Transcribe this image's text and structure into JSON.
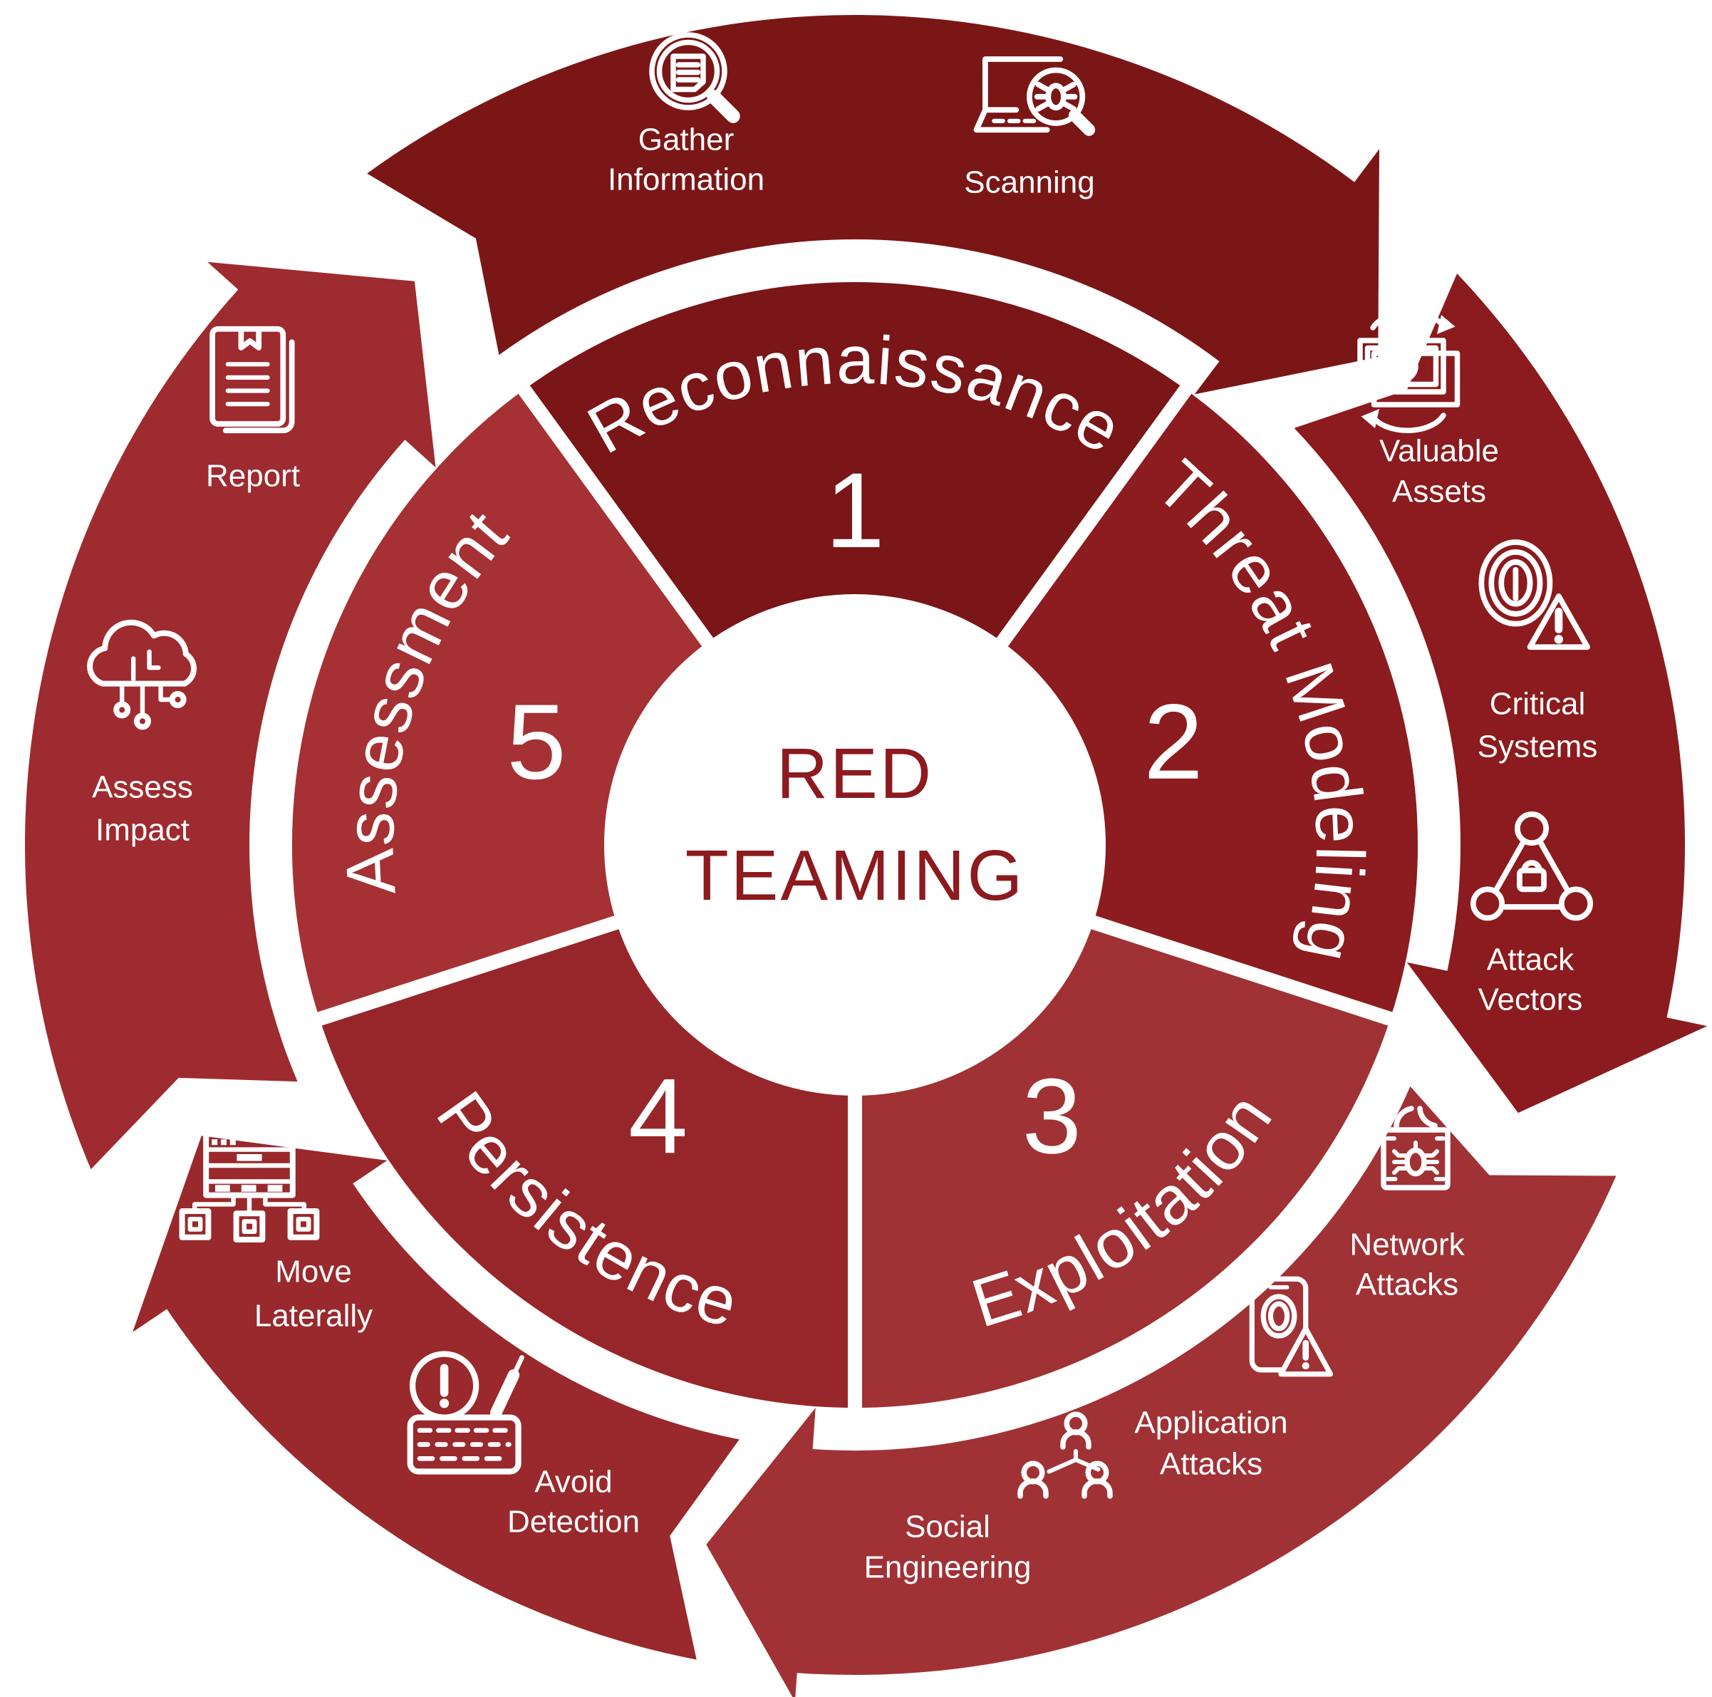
{
  "center": {
    "line1": "RED",
    "line2": "TEAMING",
    "color": "#8C1A1E"
  },
  "phases": [
    {
      "number": "1",
      "label": "Reconnaissance",
      "color": "#7A1518",
      "arrow_color": "#7B1617"
    },
    {
      "number": "2",
      "label": "Threat Modeling",
      "color": "#8C1C1F",
      "arrow_color": "#8B1B1E"
    },
    {
      "number": "3",
      "label": "Exploitation",
      "color": "#A03134",
      "arrow_color": "#A03236"
    },
    {
      "number": "4",
      "label": "Persistence",
      "color": "#97262B",
      "arrow_color": "#99292C"
    },
    {
      "number": "5",
      "label": "Assessment",
      "color": "#A53134",
      "arrow_color": "#9E2B2F"
    }
  ],
  "activities": [
    {
      "icon": "magnifier-document-icon",
      "line1": "Gather",
      "line2": "Information",
      "phase": "1"
    },
    {
      "icon": "laptop-bug-scan-icon",
      "line1": "Scanning",
      "line2": "",
      "phase": "1"
    },
    {
      "icon": "money-cycle-icon",
      "line1": "Valuable",
      "line2": "Assets",
      "phase": "2"
    },
    {
      "icon": "fingerprint-warning-icon",
      "line1": "Critical",
      "line2": "Systems",
      "phase": "2"
    },
    {
      "icon": "network-lock-triangle-icon",
      "line1": "Attack",
      "line2": "Vectors",
      "phase": "2"
    },
    {
      "icon": "circuit-padlock-bug-icon",
      "line1": "Network",
      "line2": "Attacks",
      "phase": "3"
    },
    {
      "icon": "phone-warning-icon",
      "line1": "Application",
      "line2": "Attacks",
      "phase": "3"
    },
    {
      "icon": "people-hierarchy-icon",
      "line1": "Social",
      "line2": "Engineering",
      "phase": "3"
    },
    {
      "icon": "keyboard-alert-icon",
      "line1": "Avoid",
      "line2": "Detection",
      "phase": "4"
    },
    {
      "icon": "server-nodes-icon",
      "line1": "Move",
      "line2": "Laterally",
      "phase": "4"
    },
    {
      "icon": "cloud-circuit-icon",
      "line1": "Assess",
      "line2": "Impact",
      "phase": "5"
    },
    {
      "icon": "clipboard-report-icon",
      "line1": "Report",
      "line2": "",
      "phase": "5"
    }
  ],
  "glyphs": {
    "dollar": "$"
  }
}
